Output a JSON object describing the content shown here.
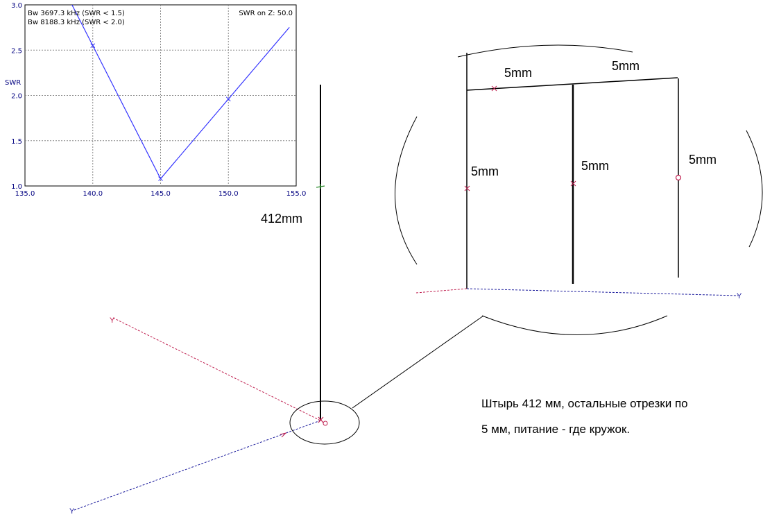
{
  "chart_data": {
    "type": "line",
    "x": [
      135.0,
      140.0,
      145.0,
      150.0,
      155.0
    ],
    "series": [
      {
        "values": [
          null,
          2.55,
          1.08,
          1.96,
          null
        ],
        "color": "#3333ff"
      }
    ],
    "xlim": [
      135.0,
      155.0
    ],
    "ylim": [
      1.0,
      3.0
    ],
    "x_ticks": [
      "135.0",
      "140.0",
      "145.0",
      "150.0",
      "155.0"
    ],
    "y_ticks": [
      "1.0",
      "1.5",
      "2.0",
      "2.5",
      "3.0"
    ],
    "ylabel": "SWR",
    "xlabel": "",
    "annotations": {
      "bw_line1": "Bw 3697.3 kHz (SWR < 1.5)",
      "bw_line2": "Bw 8188.3 kHz (SWR < 2.0)",
      "swr_on": "SWR on Z: 50.0"
    },
    "grid": true
  },
  "diagram": {
    "whip_label": "412mm",
    "detail_labels": {
      "top_left": "5mm",
      "top_right": "5mm",
      "vert_left": "5mm",
      "vert_center": "5mm",
      "vert_right": "5mm"
    },
    "note_line1": "Штырь 412 мм, остальные отрезки по",
    "note_line2": "5 мм, питание - где кружок.",
    "colors": {
      "wire": "#000000",
      "x_axis": "#c02050",
      "y_axis": "#1a1a9c",
      "swr_curve": "#3333ff",
      "grid": "#888888"
    }
  }
}
